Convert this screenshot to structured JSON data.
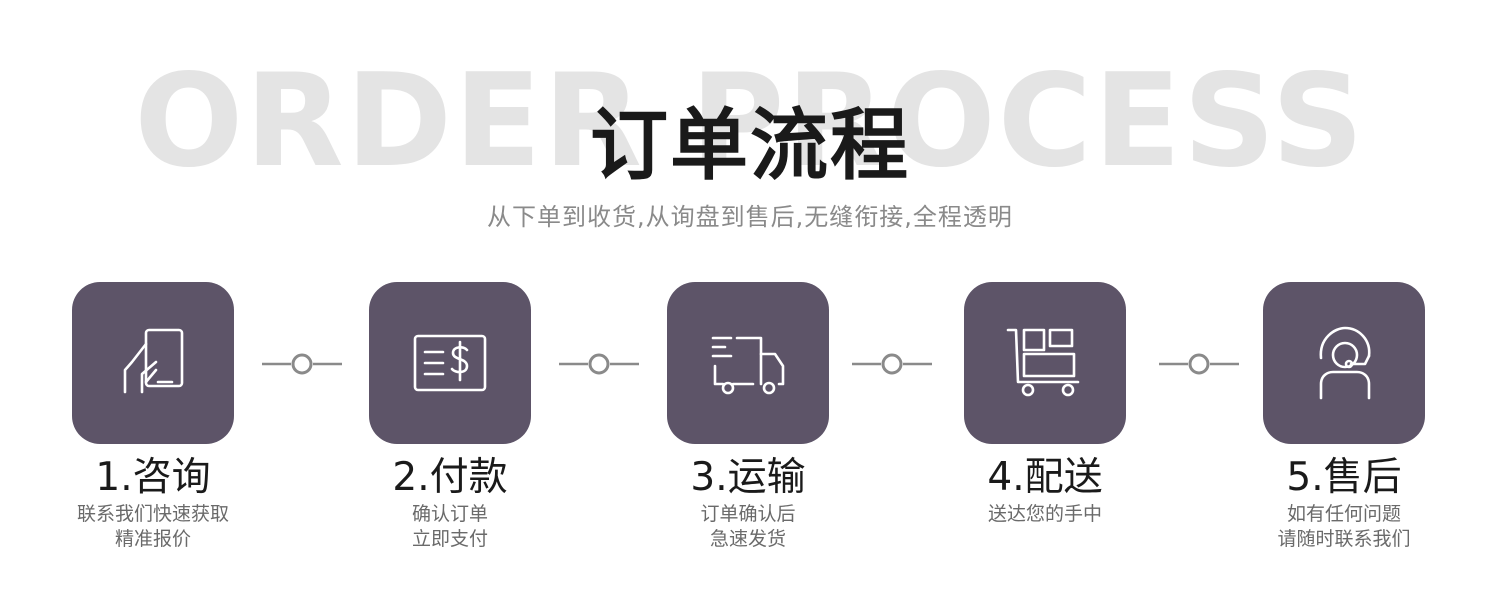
{
  "background_text": "ORDER PROCESS",
  "title": "订单流程",
  "subtitle": "从下单到收货,从询盘到售后,无缝衔接,全程透明",
  "colors": {
    "tile": "#5d5468",
    "title": "#1a1a1a",
    "subtitle": "#8a8a8a",
    "background_text": "#e4e4e4",
    "connector": "#8a8a8a"
  },
  "steps": [
    {
      "label": "1.咨询",
      "icon": "phone-touch-icon",
      "desc": [
        "联系我们快速获取",
        "精准报价"
      ]
    },
    {
      "label": "2.付款",
      "icon": "dollar-bill-icon",
      "desc": [
        "确认订单",
        "立即支付"
      ]
    },
    {
      "label": "3.运输",
      "icon": "delivery-truck-icon",
      "desc": [
        "订单确认后",
        "急速发货"
      ]
    },
    {
      "label": "4.配送",
      "icon": "cart-boxes-icon",
      "desc": [
        "送达您的手中"
      ]
    },
    {
      "label": "5.售后",
      "icon": "customer-service-icon",
      "desc": [
        "如有任何问题",
        "请随时联系我们"
      ]
    }
  ]
}
